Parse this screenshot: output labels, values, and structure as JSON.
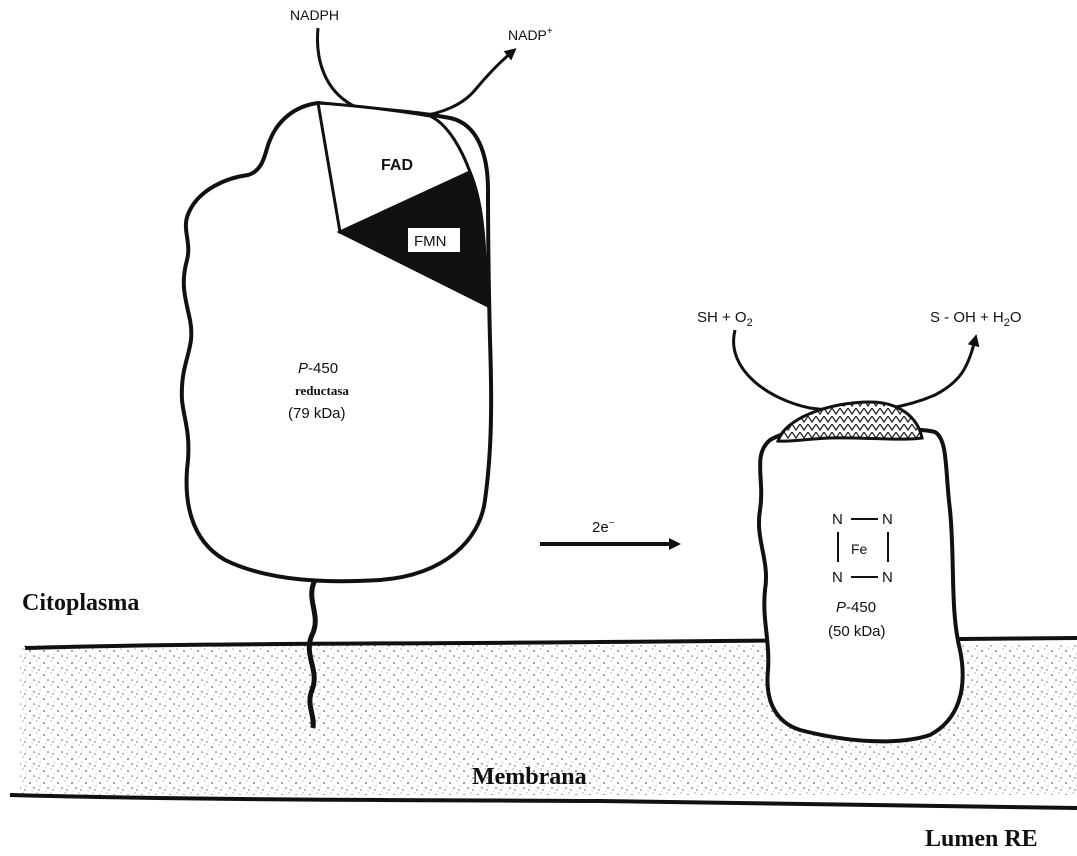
{
  "labels": {
    "nadph": "NADPH",
    "nadp_plus": "NADP",
    "nadp_plus_sup": "+",
    "fad": "FAD",
    "fmn": "FMN",
    "reductase_name": "P",
    "reductase_name_suffix": "-450",
    "reductase_word": "reductasa",
    "reductase_mass": "(79 kDa)",
    "electron_count": "2e",
    "electron_sup": "−",
    "substrate_left": "SH + O",
    "substrate_left_sub": "2",
    "product_s": "S - OH + H",
    "product_sub": "2",
    "product_o": "O",
    "heme_n": "N",
    "heme_fe": "Fe",
    "p450_name": "P",
    "p450_name_suffix": "-450",
    "p450_mass": "(50 kDa)",
    "cytoplasm": "Citoplasma",
    "membrane": "Membrana",
    "lumen": "Lumen RE"
  }
}
